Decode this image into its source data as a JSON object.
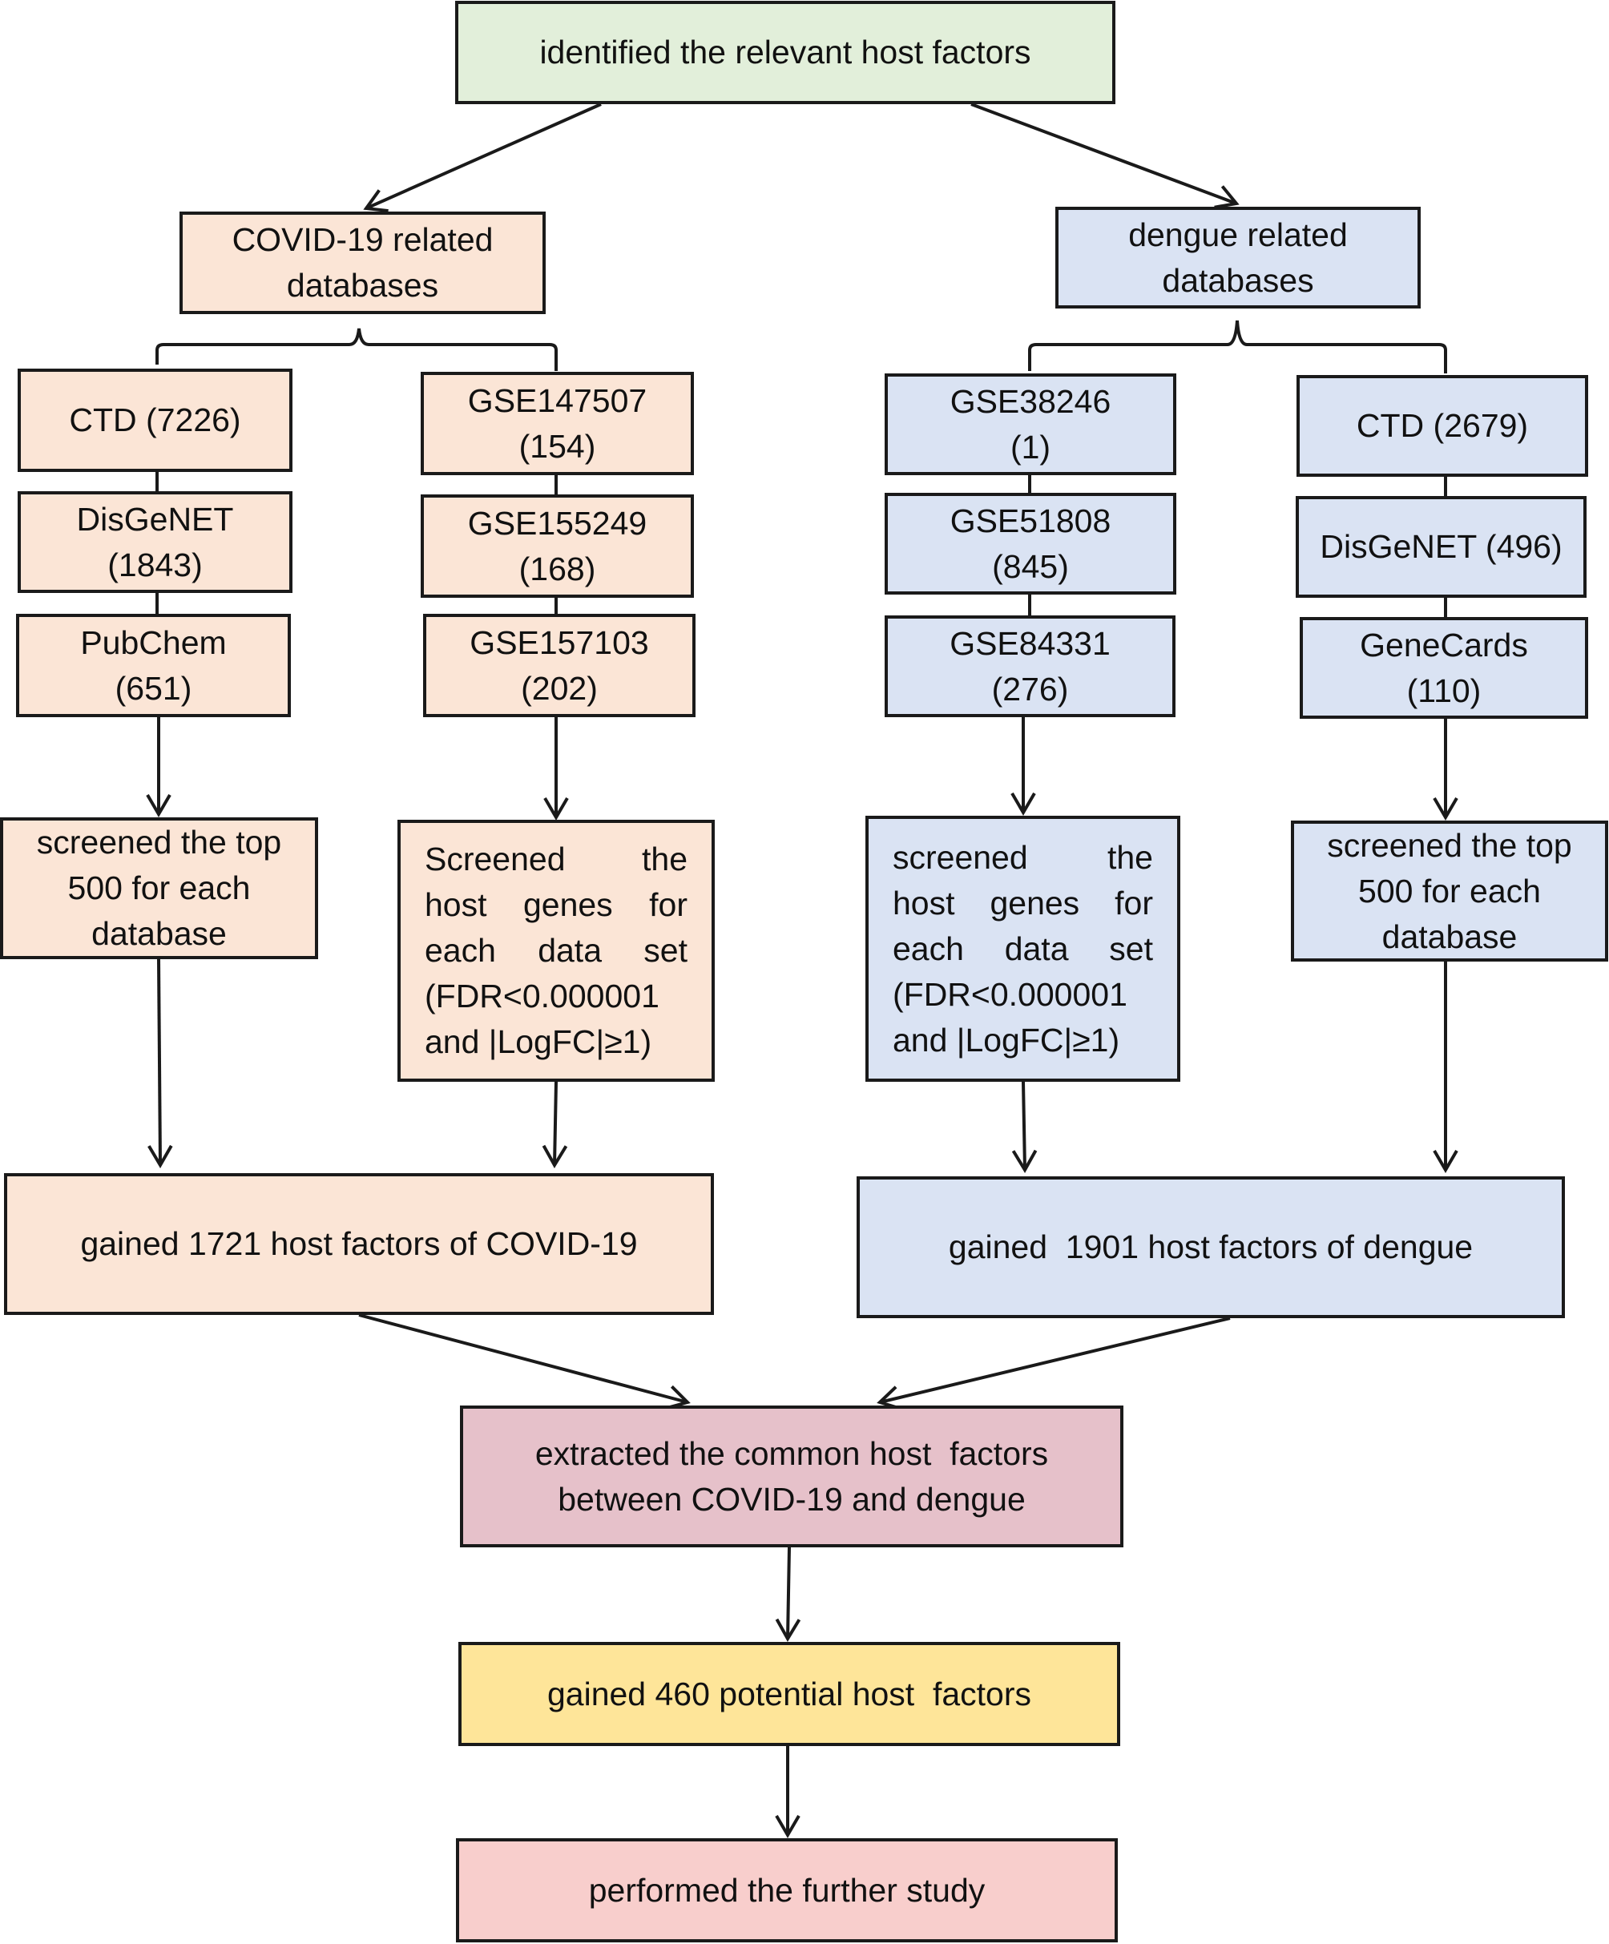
{
  "diagram": {
    "root": "identified the relevant host factors",
    "covid": {
      "header": "COVID-19 related databases",
      "databases": {
        "ctd": "CTD (7226)",
        "disgenet": "DisGeNET (1843)",
        "pubchem": "PubChem (651)",
        "gse147507": "GSE147507 (154)",
        "gse155249": "GSE155249 (168)",
        "gse157103": "GSE157103 (202)"
      },
      "screen_top": "screened the top 500 for each database",
      "screen_genes": "Screened the host genes for each data set (FDR<0.000001 and |LogFC|≥1)",
      "gained": "gained 1721 host factors of COVID-19"
    },
    "dengue": {
      "header": "dengue related databases",
      "databases": {
        "gse38246": "GSE38246 (1)",
        "gse51808": "GSE51808 (845)",
        "gse84331": "GSE84331 (276)",
        "ctd": "CTD (2679)",
        "disgenet": "DisGeNET (496)",
        "genecards": "GeneCards (110)"
      },
      "screen_genes": "screened the host genes for each data set (FDR<0.000001 and |LogFC|≥1)",
      "screen_top": "screened the top 500 for each database",
      "gained": "gained  1901 host factors of dengue"
    },
    "common": "extracted the common host  factors between COVID-19 and dengue",
    "potential": "gained 460 potential host  factors",
    "further": "performed the further study",
    "colors": {
      "root": "#e2efda",
      "covid": "#fbe5d6",
      "dengue": "#dae3f3",
      "common": "#e6c1ca",
      "potential": "#fee599",
      "further": "#f8cecc",
      "stroke": "#1a1a1a"
    }
  }
}
